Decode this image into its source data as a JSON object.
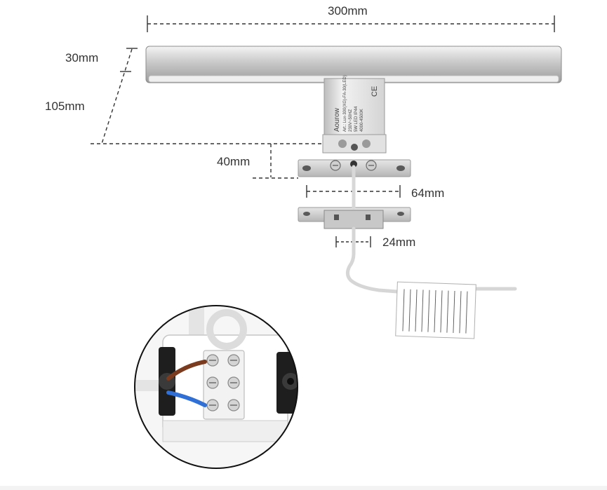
{
  "dimensions": {
    "width": "300mm",
    "bar_height": "30mm",
    "total_height": "105mm",
    "mount_height": "40mm",
    "bracket_width": "64mm",
    "hole_spacing": "24mm"
  },
  "product_label": {
    "brand": "Aourow",
    "spec_lines": [
      "Art.: Lux-300(XG)-FA-30(LED)",
      "230V~50HZ",
      "5W LED IP44",
      "4000-4500K"
    ],
    "certification": "CE"
  },
  "colors": {
    "dimension_line": "#333333",
    "lamp_body": "#d8d8d8",
    "wire_blue": "#2f6fd6",
    "wire_brown": "#7a3b1f",
    "connector_dark": "#1e1e1e"
  }
}
